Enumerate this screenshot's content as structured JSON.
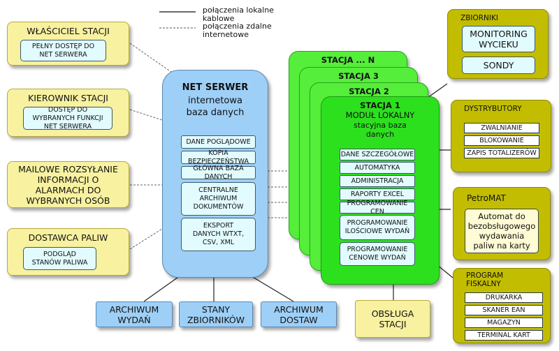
{
  "legend": {
    "solid_line_text": "połączenia lokalne kablowe",
    "dashed_line_text": "połączenia zdalne internetowe"
  },
  "left_boxes": [
    {
      "title": "WŁAŚCICIEL STACJI",
      "detail": "PEŁNY DOSTĘP DO NET SERWERA"
    },
    {
      "title": "KIEROWNIK STACJI",
      "detail": "DOSTĘP DO WYBRANYCH FUNKCJI NET SERWERA"
    },
    {
      "title": "MAILOWE ROZSYŁANIE INFORMACJI O ALARMACH DO WYBRANYCH OSÓB"
    },
    {
      "title": "DOSTAWCA PALIW",
      "detail": "PODGLĄD STANÓW PALIWA"
    }
  ],
  "net_server": {
    "title": "NET SERWER",
    "subtitle": "internetowa baza danych",
    "items": [
      "DANE POGLĄDOWE",
      "KOPIA BEZPIECZEŃSTWA",
      "GŁÓWNA BAZA DANYCH",
      "CENTRALNE ARCHIWUM DOKUMENTÓW",
      "EKSPORT DANYCH WTXT, CSV, XML"
    ]
  },
  "bottom_boxes": [
    "ARCHIWUM WYDAŃ",
    "STANY ZBIORNIKÓW",
    "ARCHIWUM DOSTAW"
  ],
  "stations": {
    "stack_titles": [
      "STACJA ... N",
      "STACJA 3",
      "STACJA 2"
    ],
    "main_title": "STACJA 1",
    "module_title": "MODUŁ LOKALNY",
    "module_subtitle": "stacyjna baza danych",
    "items": [
      "DANE SZCZEGÓŁOWE",
      "AUTOMATYKA",
      "ADMINISTRACJA",
      "RAPORTY EXCEL",
      "PROGRAMOWANIE CEN",
      "PROGRAMOWANIE ILOŚCIOWE WYDAŃ",
      "PROGRAMOWANIE CENOWE WYDAŃ"
    ]
  },
  "obsluga": "OBSŁUGA STACJI",
  "right_boxes": {
    "zbiorniki": {
      "title": "ZBIORNIKI",
      "items": [
        "MONITORING WYCIEKU",
        "SONDY"
      ]
    },
    "dystrybutory": {
      "title": "DYSTRYBUTORY",
      "items": [
        "ZWALNIANIE",
        "BLOKOWANIE",
        "ZAPIS TOTALIZERÓW"
      ]
    },
    "petromat": {
      "title": "PetroMAT",
      "detail": "Automat do bezobsługowego wydawania paliw na karty"
    },
    "fiskalny": {
      "title": "PROGRAM FISKALNY",
      "items": [
        "DRUKARKA",
        "SKANER EAN",
        "MAGAZYN",
        "TERMINAL KART"
      ]
    }
  },
  "colors": {
    "yellow": "#f7f1a0",
    "olive": "#c2bd00",
    "green": "#2de01e",
    "blue": "#9ecff7"
  }
}
